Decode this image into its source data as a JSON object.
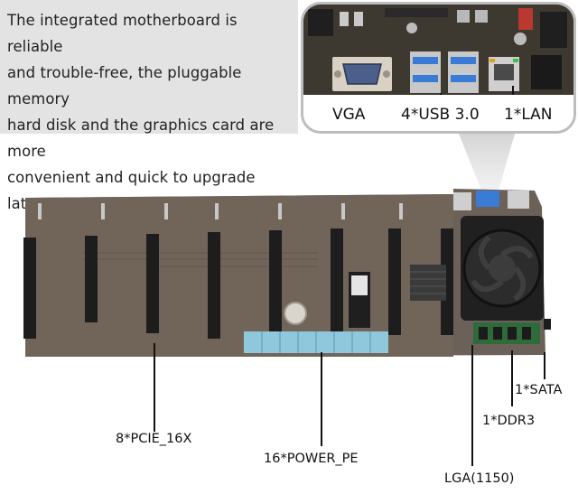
{
  "intro_text": [
    "The integrated motherboard is reliable",
    "and trouble-free, the pluggable memory",
    "hard disk and the graphics card are more",
    "convenient and quick to upgrade later"
  ],
  "inset_labels": {
    "vga": "VGA",
    "usb": "4*USB 3.0",
    "lan": "1*LAN"
  },
  "board_labels": {
    "pcie": "8*PCIE_16X",
    "power": "16*POWER_PE",
    "lga": "LGA(1150)",
    "ddr3": "1*DDR3",
    "sata": "1*SATA"
  },
  "colors": {
    "panel_gray": "#e3e3e3",
    "pcb": "#6e6259",
    "slot": "#1c1c1c",
    "power_strip": "#8fc7dc",
    "usb_blue": "#3a7bd5",
    "ram_green": "#2f6a3a"
  }
}
